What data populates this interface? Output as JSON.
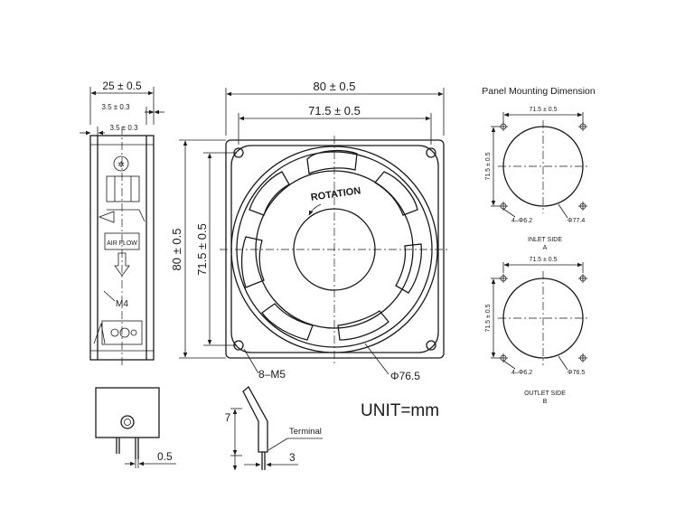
{
  "side_view": {
    "depth_dim": "25 ± 0.5",
    "flange_dim_1": "3.5 ± 0.3",
    "flange_dim_2": "3.5 ± 0.3",
    "airflow_label": "AIR FLOW",
    "screw_label": "M4"
  },
  "front_view": {
    "width_dim": "80 ± 0.5",
    "hole_spacing_h": "71.5 ± 0.5",
    "height_dim": "80 ± 0.5",
    "hole_spacing_v": "71.5 ± 0.5",
    "rotation_label": "ROTATION",
    "holes_label": "8–M5",
    "diameter_label": "Φ76.5"
  },
  "unit_label": "UNIT=mm",
  "panel": {
    "title": "Panel Mounting Dimension",
    "inlet": {
      "hole_spacing_h": "71.5 ± 0.5",
      "hole_spacing_v": "71.5 ± 0.5",
      "holes": "4–Φ6.2",
      "diameter": "Φ77.4",
      "side_label": "INLET SIDE",
      "side_letter": "A"
    },
    "outlet": {
      "hole_spacing_h": "71.5 ± 0.5",
      "hole_spacing_v": "71.5 ± 0.5",
      "holes": "4–Φ6.2",
      "diameter": "Φ76.5",
      "side_label": "OUTLET SIDE",
      "side_letter": "B"
    }
  },
  "terminal_detail": {
    "pin_dim": "0.5",
    "height_dim": "7",
    "terminal_label": "Terminal",
    "width_dim": "3"
  }
}
